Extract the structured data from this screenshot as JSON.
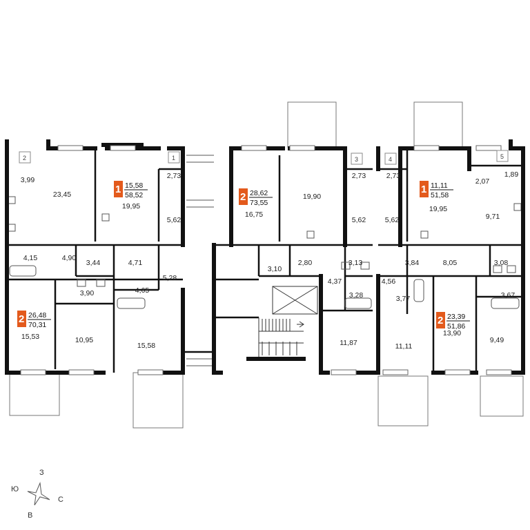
{
  "colors": {
    "wall": "#111111",
    "badge": "#e35a1c",
    "thin": "#777777"
  },
  "rooms": [
    {
      "text": "3,99"
    },
    {
      "text": "23,45"
    },
    {
      "text": "19,95"
    },
    {
      "text": "2,73"
    },
    {
      "text": "5,62"
    },
    {
      "text": "4,15"
    },
    {
      "text": "4,90"
    },
    {
      "text": "3,44"
    },
    {
      "text": "4,71"
    },
    {
      "text": "5,28"
    },
    {
      "text": "3,90"
    },
    {
      "text": "4,65"
    },
    {
      "text": "15,53"
    },
    {
      "text": "10,95"
    },
    {
      "text": "15,58"
    },
    {
      "text": "16,75"
    },
    {
      "text": "19,90"
    },
    {
      "text": "2,73"
    },
    {
      "text": "5,62"
    },
    {
      "text": "3,10"
    },
    {
      "text": "2,80"
    },
    {
      "text": "3,13"
    },
    {
      "text": "4,37"
    },
    {
      "text": "3,28"
    },
    {
      "text": "11,87"
    },
    {
      "text": "2,73"
    },
    {
      "text": "5,62"
    },
    {
      "text": "19,95"
    },
    {
      "text": "2,07"
    },
    {
      "text": "1,89"
    },
    {
      "text": "9,71"
    },
    {
      "text": "3,84"
    },
    {
      "text": "8,05"
    },
    {
      "text": "3,08"
    },
    {
      "text": "4,56"
    },
    {
      "text": "3,77"
    },
    {
      "text": "3,67"
    },
    {
      "text": "11,11"
    },
    {
      "text": "13,90"
    },
    {
      "text": "9,49"
    }
  ],
  "door_numbers": [
    "2",
    "1",
    "3",
    "4",
    "5"
  ],
  "apartments": [
    {
      "rooms": "1",
      "living": "15,58",
      "total": "58,52"
    },
    {
      "rooms": "2",
      "living": "28,62",
      "total": "73,55"
    },
    {
      "rooms": "1",
      "living": "11,11",
      "total": "51,58"
    },
    {
      "rooms": "2",
      "living": "26,48",
      "total": "70,31"
    },
    {
      "rooms": "2",
      "living": "23,39",
      "total": "51,86"
    }
  ],
  "compass": {
    "north": "З",
    "west": "Ю",
    "east": "С",
    "south": "В"
  }
}
